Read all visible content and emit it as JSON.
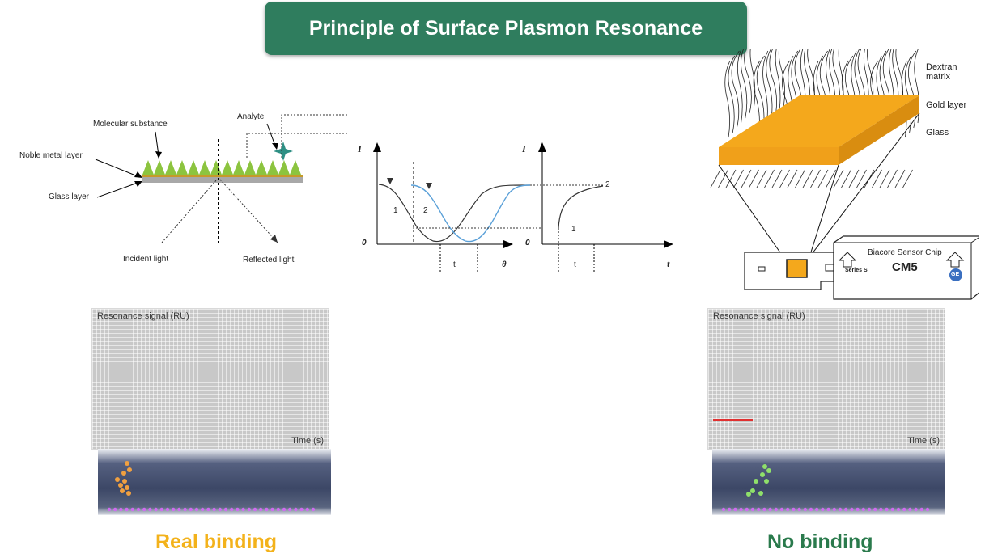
{
  "title": "Principle of Surface Plasmon Resonance",
  "prism_diagram": {
    "molecular_substance": "Molecular substance",
    "analyte": "Analyte",
    "noble_metal_layer": "Noble metal layer",
    "glass_layer": "Glass layer",
    "incident_light": "Incident light",
    "reflected_light": "Reflected light"
  },
  "angle_plot": {
    "y_axis": "I",
    "origin": "0",
    "x_axis": "θ",
    "curve_1": "1",
    "curve_2": "2",
    "interval": "t"
  },
  "time_plot": {
    "y_axis": "I",
    "origin": "0",
    "x_axis": "t",
    "level_1": "1",
    "level_2": "2",
    "interval": "t"
  },
  "chip_diagram": {
    "dextran_line1": "Dextran",
    "dextran_line2": "matrix",
    "gold_layer": "Gold layer",
    "glass": "Glass",
    "chip_brand": "Biacore Sensor Chip",
    "chip_series": "Series S",
    "chip_model": "CM5",
    "chip_logo": "GE"
  },
  "left_panel": {
    "y_label": "Resonance signal (RU)",
    "x_label": "Time (s)",
    "caption": "Real binding",
    "caption_color": "#f3b21b",
    "molecule_color": "#f0a040"
  },
  "right_panel": {
    "y_label": "Resonance signal (RU)",
    "x_label": "Time (s)",
    "caption": "No binding",
    "caption_color": "#2a7a4c",
    "molecule_color": "#8fe06a",
    "signal_color": "#e03030"
  },
  "colors": {
    "banner": "#2f7d5e",
    "gold": "#f4a81c",
    "metal_spikes": "#8cc43f",
    "blue_curve": "#5aa0d8"
  }
}
